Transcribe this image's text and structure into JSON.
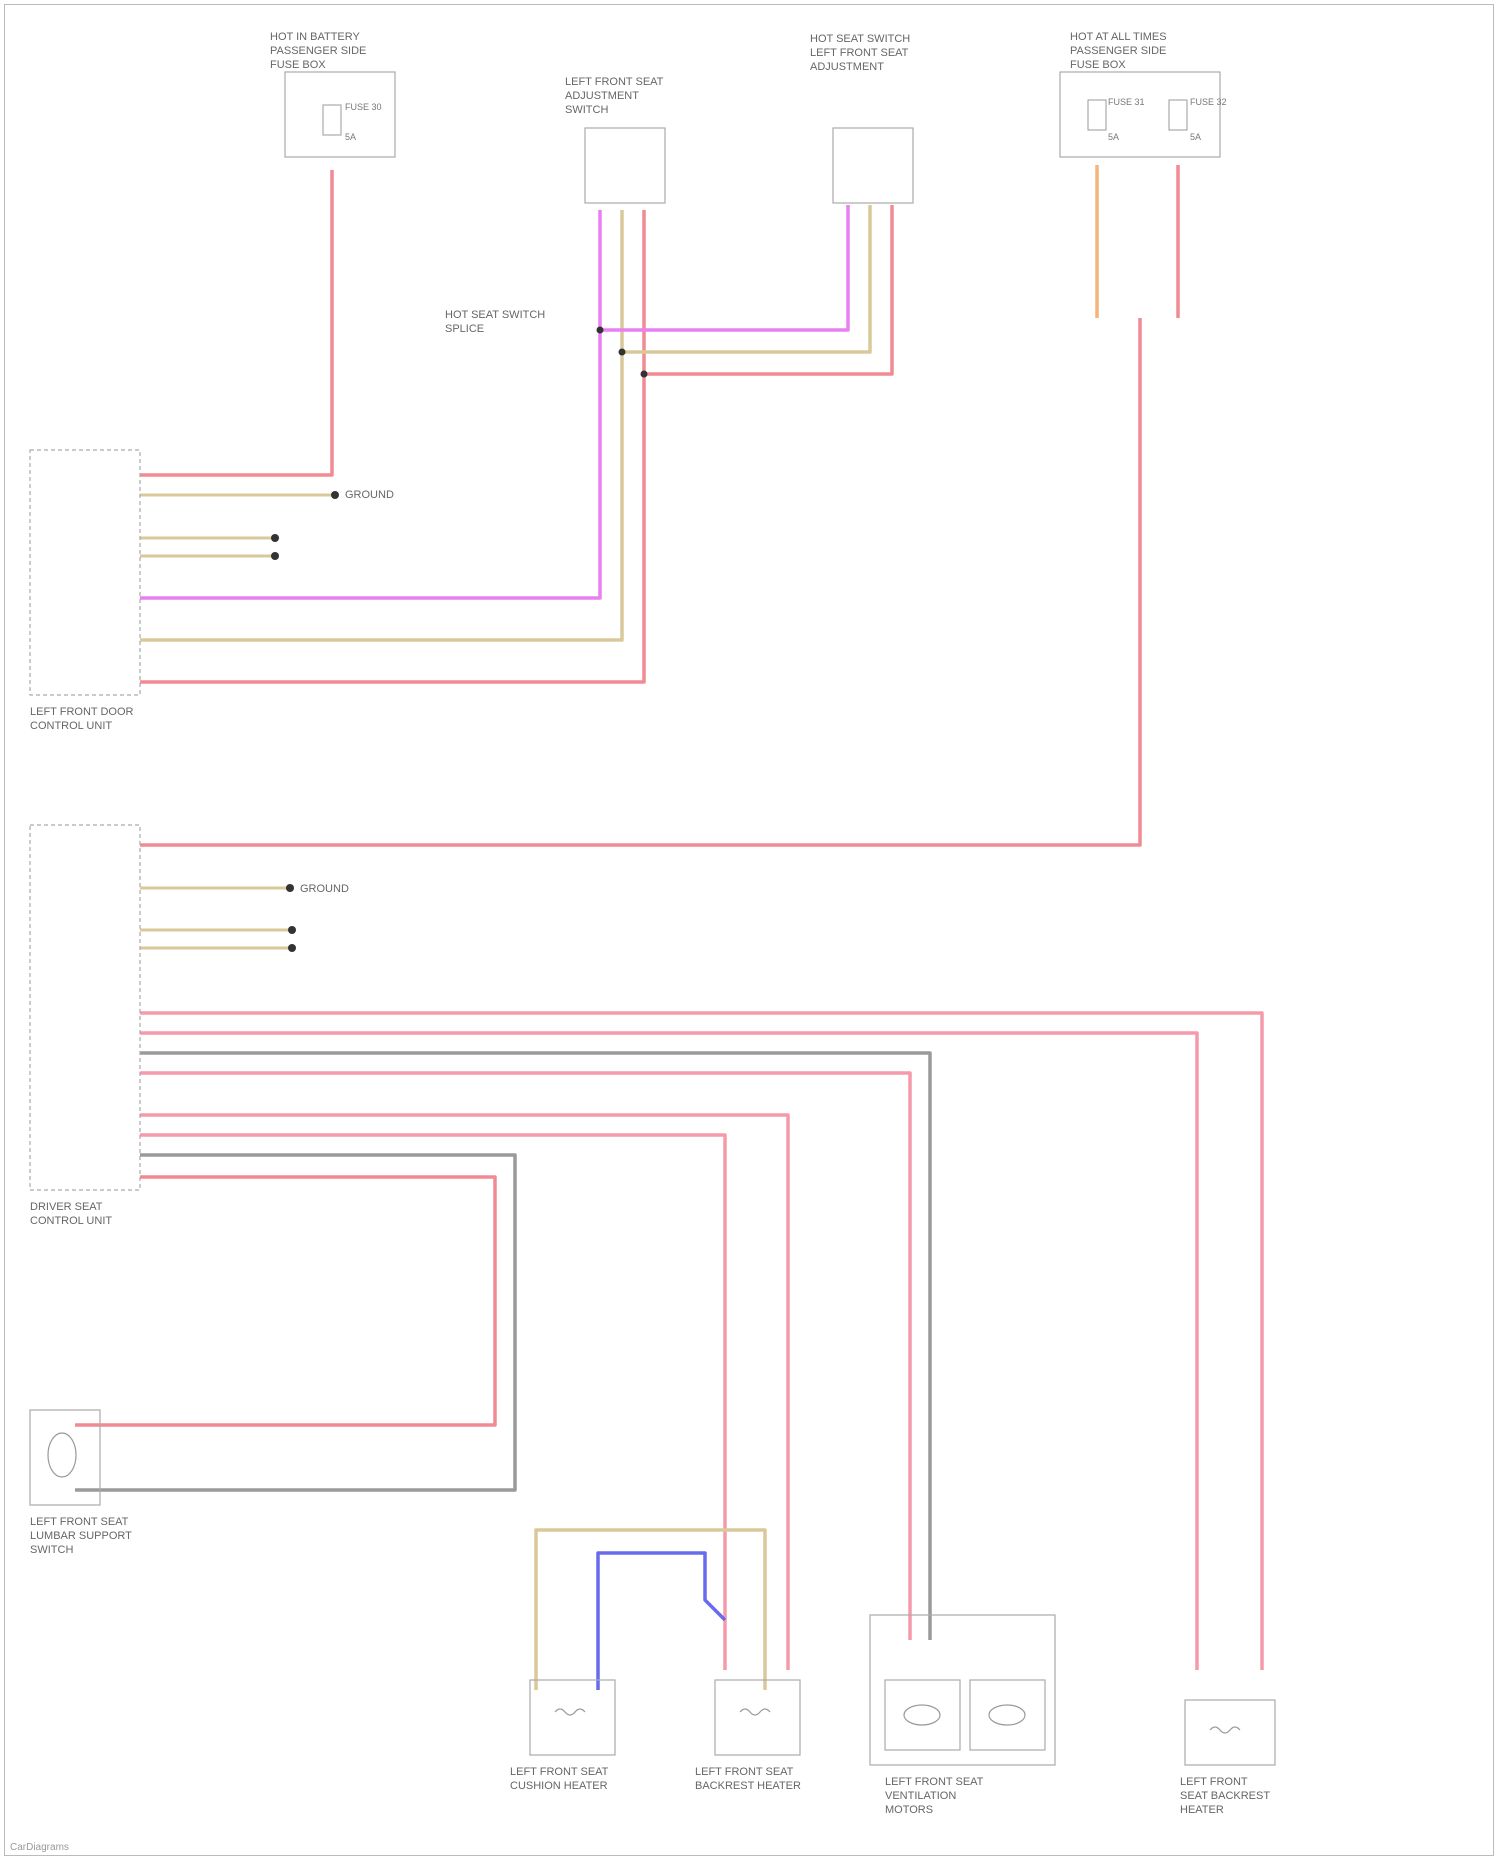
{
  "diagram": {
    "components": [
      {
        "id": "c1",
        "lines": [
          "HOT IN BATTERY",
          "PASSENGER SIDE",
          "FUSE BOX"
        ]
      },
      {
        "id": "c2",
        "lines": [
          "LEFT FRONT SEAT",
          "ADJUSTMENT",
          "SWITCH"
        ]
      },
      {
        "id": "c3",
        "lines": [
          "HOT SEAT SWITCH",
          "LEFT FRONT SEAT",
          "ADJUSTMENT"
        ]
      },
      {
        "id": "c4",
        "lines": [
          "HOT AT ALL TIMES",
          "PASSENGER SIDE",
          "FUSE BOX"
        ]
      },
      {
        "id": "c5",
        "lines": [
          "LEFT FRONT DOOR",
          "CONTROL UNIT"
        ]
      },
      {
        "id": "c6",
        "lines": [
          "DRIVER SEAT",
          "CONTROL UNIT"
        ]
      },
      {
        "id": "c7",
        "lines": [
          "LEFT FRONT SEAT",
          "LUMBAR SUPPORT",
          "SWITCH"
        ]
      },
      {
        "id": "c8",
        "lines": [
          "LEFT FRONT SEAT",
          "CUSHION HEATER"
        ]
      },
      {
        "id": "c9",
        "lines": [
          "LEFT FRONT SEAT",
          "BACKREST HEATER"
        ]
      },
      {
        "id": "c10",
        "lines": [
          "LEFT FRONT SEAT",
          "VENTILATION",
          "MOTORS"
        ]
      },
      {
        "id": "c11",
        "lines": [
          "LEFT FRONT",
          "SEAT BACKREST",
          "HEATER"
        ]
      }
    ],
    "fuses": [
      {
        "id": "f1",
        "label": "FUSE 30",
        "amp": "5A"
      },
      {
        "id": "f2",
        "label": "FUSE 31",
        "amp": "5A"
      },
      {
        "id": "f3",
        "label": "FUSE 32",
        "amp": "5A"
      }
    ],
    "wires": {
      "red": "#f28a94",
      "pink": "#f59aaa",
      "violet": "#e97ff0",
      "tan": "#d9c89a",
      "orange": "#f5b47a",
      "gray": "#9a9a9a",
      "blue": "#6a6aee"
    },
    "splice_label": [
      "HOT SEAT SWITCH",
      "SPLICE"
    ],
    "ground_labels": [
      "GROUND",
      "GROUND"
    ]
  },
  "watermark": "CarDiagrams"
}
